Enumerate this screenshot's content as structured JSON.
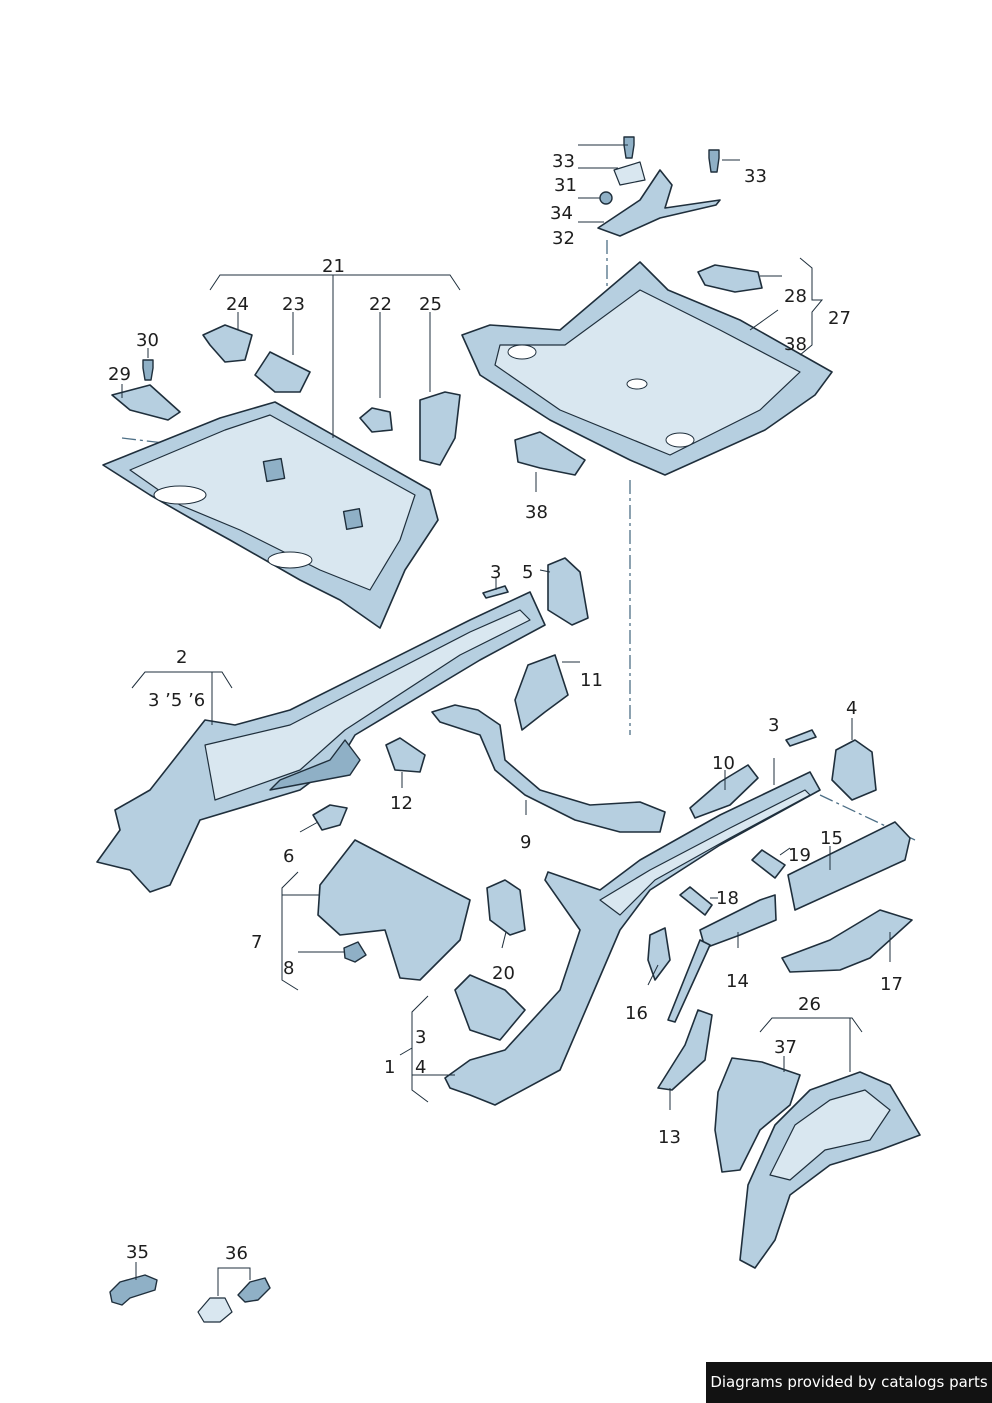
{
  "callouts": {
    "c1": "1",
    "c2": "2",
    "c3": "3",
    "c3b": "3",
    "c3c": "3",
    "c4": "4",
    "c4b": "4",
    "c5": "5",
    "c6": "6",
    "c7": "7",
    "c8": "8",
    "c9": "9",
    "c10": "10",
    "c11": "11",
    "c12": "12",
    "c13": "13",
    "c14": "14",
    "c15": "15",
    "c16": "16",
    "c17": "17",
    "c18": "18",
    "c19": "19",
    "c20": "20",
    "c21": "21",
    "c22": "22",
    "c23": "23",
    "c24": "24",
    "c25": "25",
    "c26": "26",
    "c27": "27",
    "c28": "28",
    "c29": "29",
    "c30": "30",
    "c31": "31",
    "c32": "32",
    "c33": "33",
    "c33b": "33",
    "c34": "34",
    "c35": "35",
    "c36": "36",
    "c37": "37",
    "c38": "38",
    "c38b": "38",
    "c2_sub": "3 ’5 ’6"
  },
  "footer": {
    "text": "Diagrams provided by catalogs parts"
  },
  "colors": {
    "metal": "#b6cfe0",
    "metal_dark": "#8fb0c6",
    "outline": "#1f2f3c",
    "footer_bg": "#121212"
  }
}
